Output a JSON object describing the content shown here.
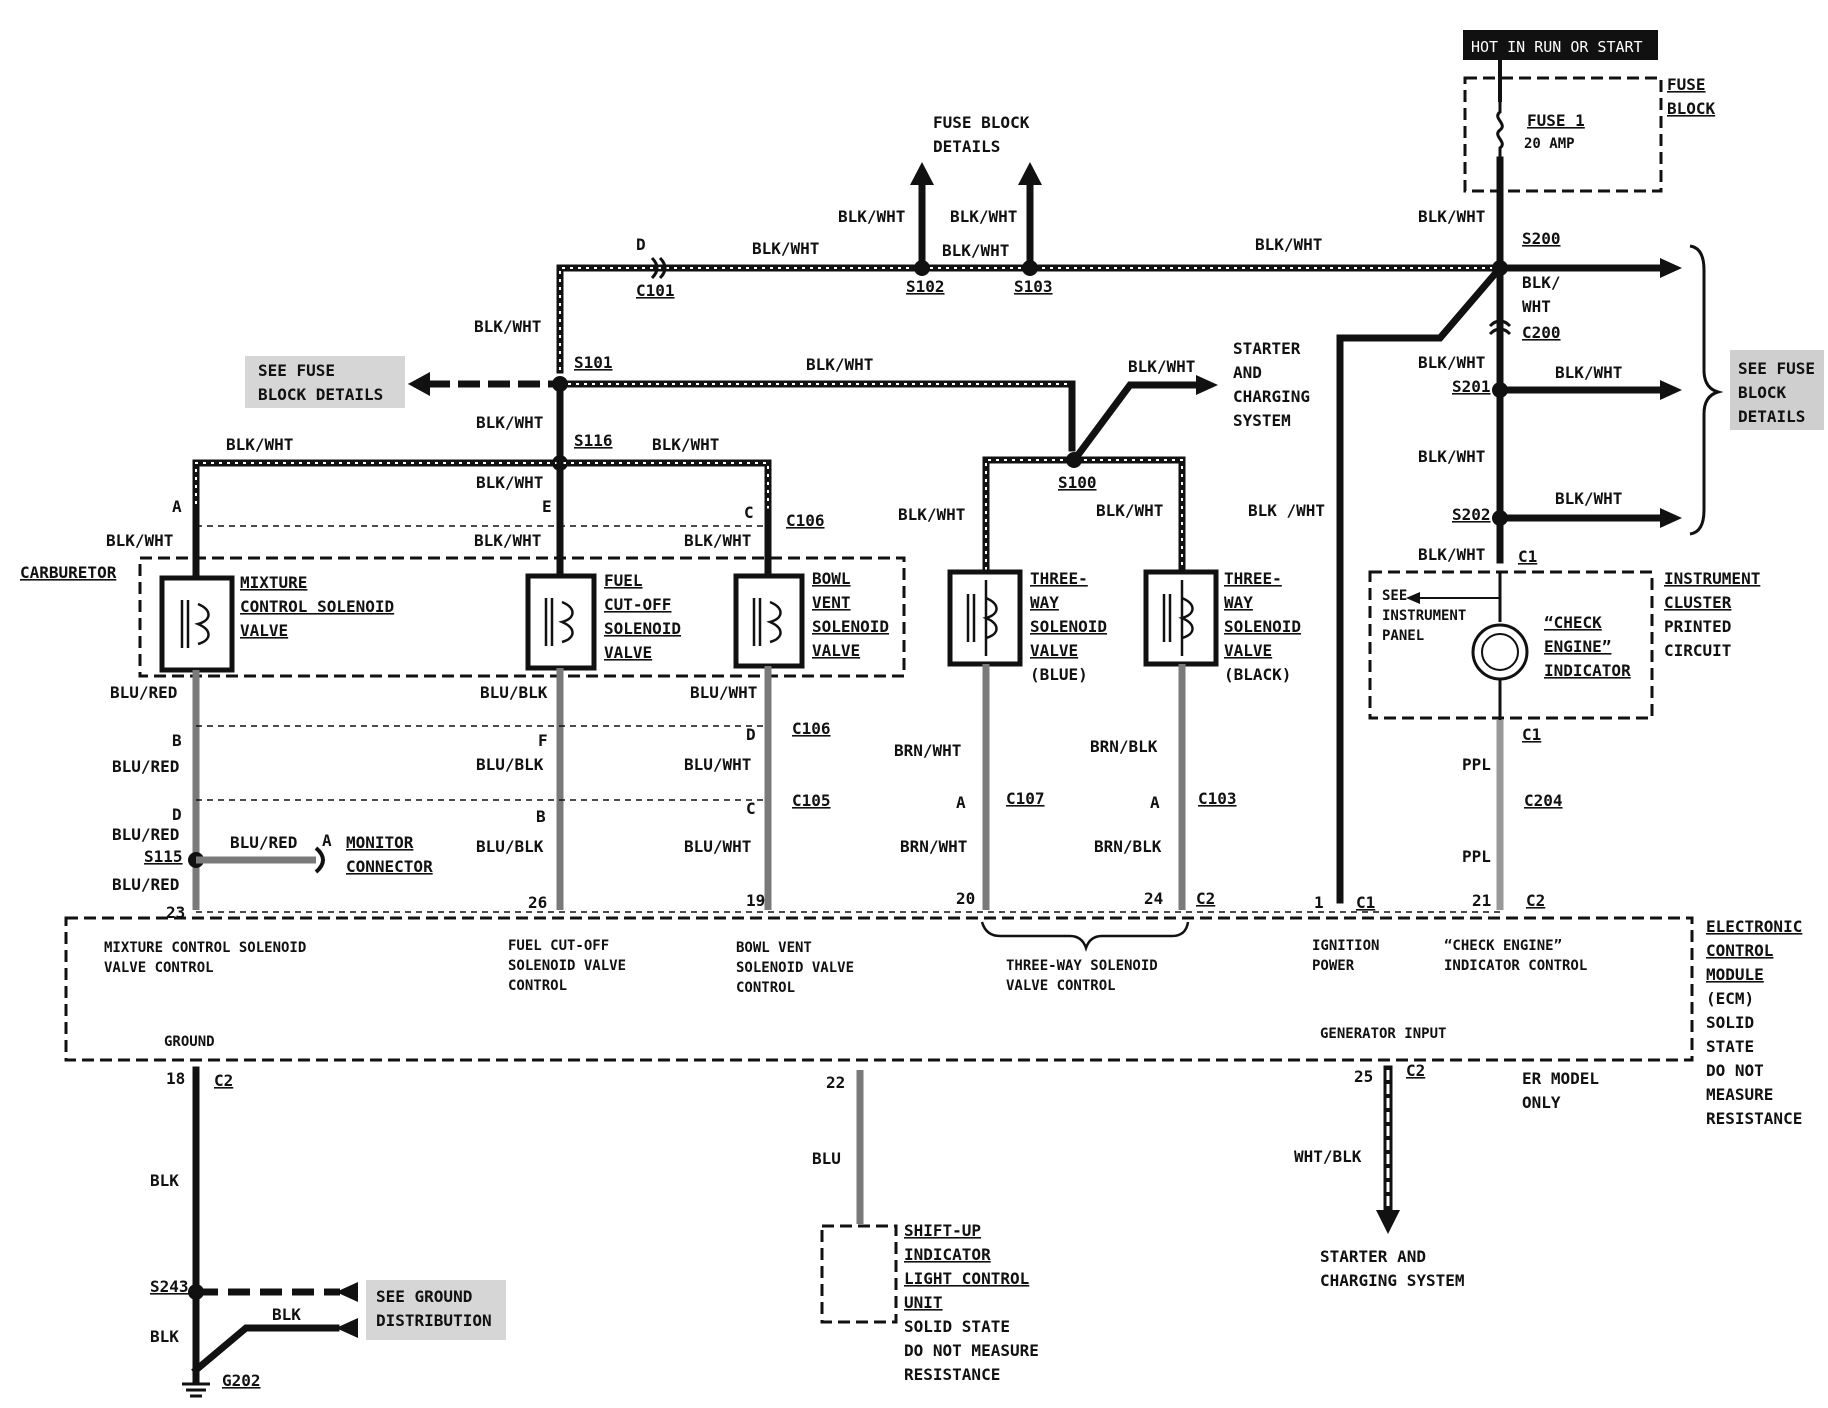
{
  "header": {
    "power_label": "HOT IN RUN OR START"
  },
  "fuse_block": {
    "title_1": "FUSE",
    "title_2": "BLOCK",
    "fuse_name": "FUSE 1",
    "fuse_rating": "20 AMP"
  },
  "top": {
    "fuse_details_1": "FUSE BLOCK",
    "fuse_details_2": "DETAILS",
    "wire": "BLK/WHT",
    "wire_spaced": "BLK /WHT",
    "c101_pin": "D",
    "c101": "C101",
    "s102": "S102",
    "s103": "S103",
    "s200": "S200",
    "blk_slash": "BLK/",
    "wht": "WHT",
    "c200": "C200",
    "s201": "S201",
    "s202": "S202",
    "c1": "C1"
  },
  "left": {
    "see_fuse_1": "SEE FUSE",
    "see_fuse_2": "BLOCK DETAILS",
    "s101": "S101",
    "s116": "S116",
    "s100": "S100",
    "starter_1": "STARTER",
    "starter_2": "AND",
    "starter_3": "CHARGING",
    "starter_4": "SYSTEM"
  },
  "right_details": {
    "l1": "SEE FUSE",
    "l2": "BLOCK",
    "l3": "DETAILS"
  },
  "carburetor": {
    "label": "CARBURETOR"
  },
  "components": {
    "mixture": [
      "MIXTURE",
      "CONTROL SOLENOID",
      "VALVE"
    ],
    "fuel": [
      "FUEL",
      "CUT-OFF",
      "SOLENOID",
      "VALVE"
    ],
    "bowl": [
      "BOWL",
      "VENT",
      "SOLENOID",
      "VALVE"
    ],
    "three_blue": [
      "THREE-",
      "WAY",
      "SOLENOID",
      "VALVE",
      "(BLUE)"
    ],
    "three_black": [
      "THREE-",
      "WAY",
      "SOLENOID",
      "VALVE",
      "(BLACK)"
    ],
    "instrument": [
      "INSTRUMENT",
      "CLUSTER",
      "PRINTED",
      "CIRCUIT"
    ],
    "see_instrument": [
      "SEE",
      "INSTRUMENT",
      "PANEL"
    ],
    "check_engine": [
      "“CHECK",
      "ENGINE”",
      "INDICATOR"
    ]
  },
  "connectors": {
    "A": "A",
    "B": "B",
    "C": "C",
    "D": "D",
    "E": "E",
    "F": "F",
    "c106": "C106",
    "c105": "C105",
    "c107": "C107",
    "c103": "C103",
    "c1": "C1",
    "c204": "C204",
    "c2": "C2",
    "s115": "S115"
  },
  "wires": {
    "blu_red": "BLU/RED",
    "blu_blk": "BLU/BLK",
    "blu_wht": "BLU/WHT",
    "brn_wht": "BRN/WHT",
    "brn_blk": "BRN/BLK",
    "ppl": "PPL",
    "blk": "BLK",
    "blu": "BLU",
    "wht_blk": "WHT/BLK"
  },
  "monitor": [
    "MONITOR",
    "CONNECTOR"
  ],
  "pins": {
    "p23": "23",
    "p26": "26",
    "p19": "19",
    "p20": "20",
    "p24": "24",
    "p1": "1",
    "p21": "21",
    "p18": "18",
    "p22": "22",
    "p25": "25"
  },
  "ecm": {
    "mixture_ctrl": [
      "MIXTURE CONTROL SOLENOID",
      "VALVE CONTROL"
    ],
    "fuel_ctrl": [
      "FUEL CUT-OFF",
      "SOLENOID VALVE",
      "CONTROL"
    ],
    "bowl_ctrl": [
      "BOWL VENT",
      "SOLENOID VALVE",
      "CONTROL"
    ],
    "three_way_ctrl": [
      "THREE-WAY SOLENOID",
      "VALVE CONTROL"
    ],
    "ignition": [
      "IGNITION",
      "POWER"
    ],
    "check_ctrl": [
      "“CHECK ENGINE”",
      "INDICATOR CONTROL"
    ],
    "ground": "GROUND",
    "generator": "GENERATOR INPUT",
    "title": [
      "ELECTRONIC",
      "CONTROL",
      "MODULE",
      "(ECM)",
      "SOLID",
      "STATE",
      "DO NOT",
      "MEASURE",
      "RESISTANCE"
    ]
  },
  "bottom": {
    "er_model": [
      "ER MODEL",
      "ONLY"
    ],
    "starter_charging": [
      "STARTER AND",
      "CHARGING SYSTEM"
    ],
    "s243": "S243",
    "g202": "G202",
    "see_ground": [
      "SEE GROUND",
      "DISTRIBUTION"
    ],
    "shift_up": [
      "SHIFT-UP",
      "INDICATOR",
      "LIGHT CONTROL",
      "UNIT",
      "SOLID STATE",
      "DO NOT MEASURE",
      "RESISTANCE"
    ]
  }
}
